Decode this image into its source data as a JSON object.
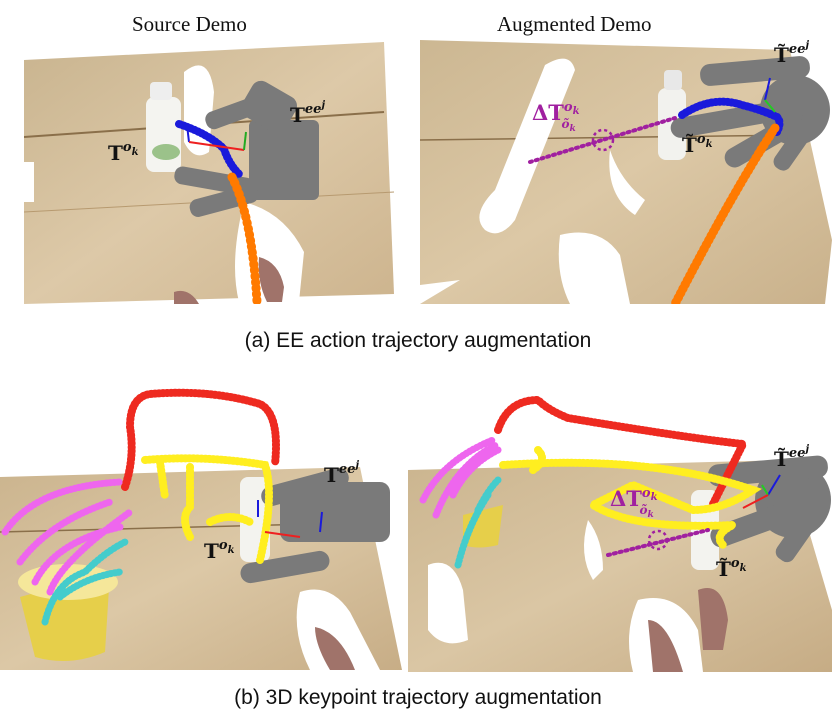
{
  "titles": {
    "source": "Source Demo",
    "augmented": "Augmented Demo"
  },
  "captions": {
    "a": "(a) EE action trajectory augmentation",
    "b": "(b) 3D keypoint trajectory augmentation"
  },
  "labels": {
    "T_base": "T",
    "T_tilde": "T̃",
    "delta_T": "ΔT",
    "sup_ee": "ee",
    "sup_ee_j": "j",
    "sup_o": "o",
    "sup_o_k": "k",
    "sub_o_tilde": "õ",
    "sub_o_k": "k"
  },
  "colors": {
    "background_table": "#dcc9a8",
    "gripper": "#7a7a7a",
    "ee_trajectory_blue": "#1a1adb",
    "ee_trajectory_orange": "#ff7a00",
    "delta_magenta": "#a020a0",
    "keypoint_red": "#ee2a20",
    "keypoint_yellow": "#ffee20",
    "keypoint_magenta": "#ee66ee",
    "keypoint_cyan": "#44cccc"
  }
}
